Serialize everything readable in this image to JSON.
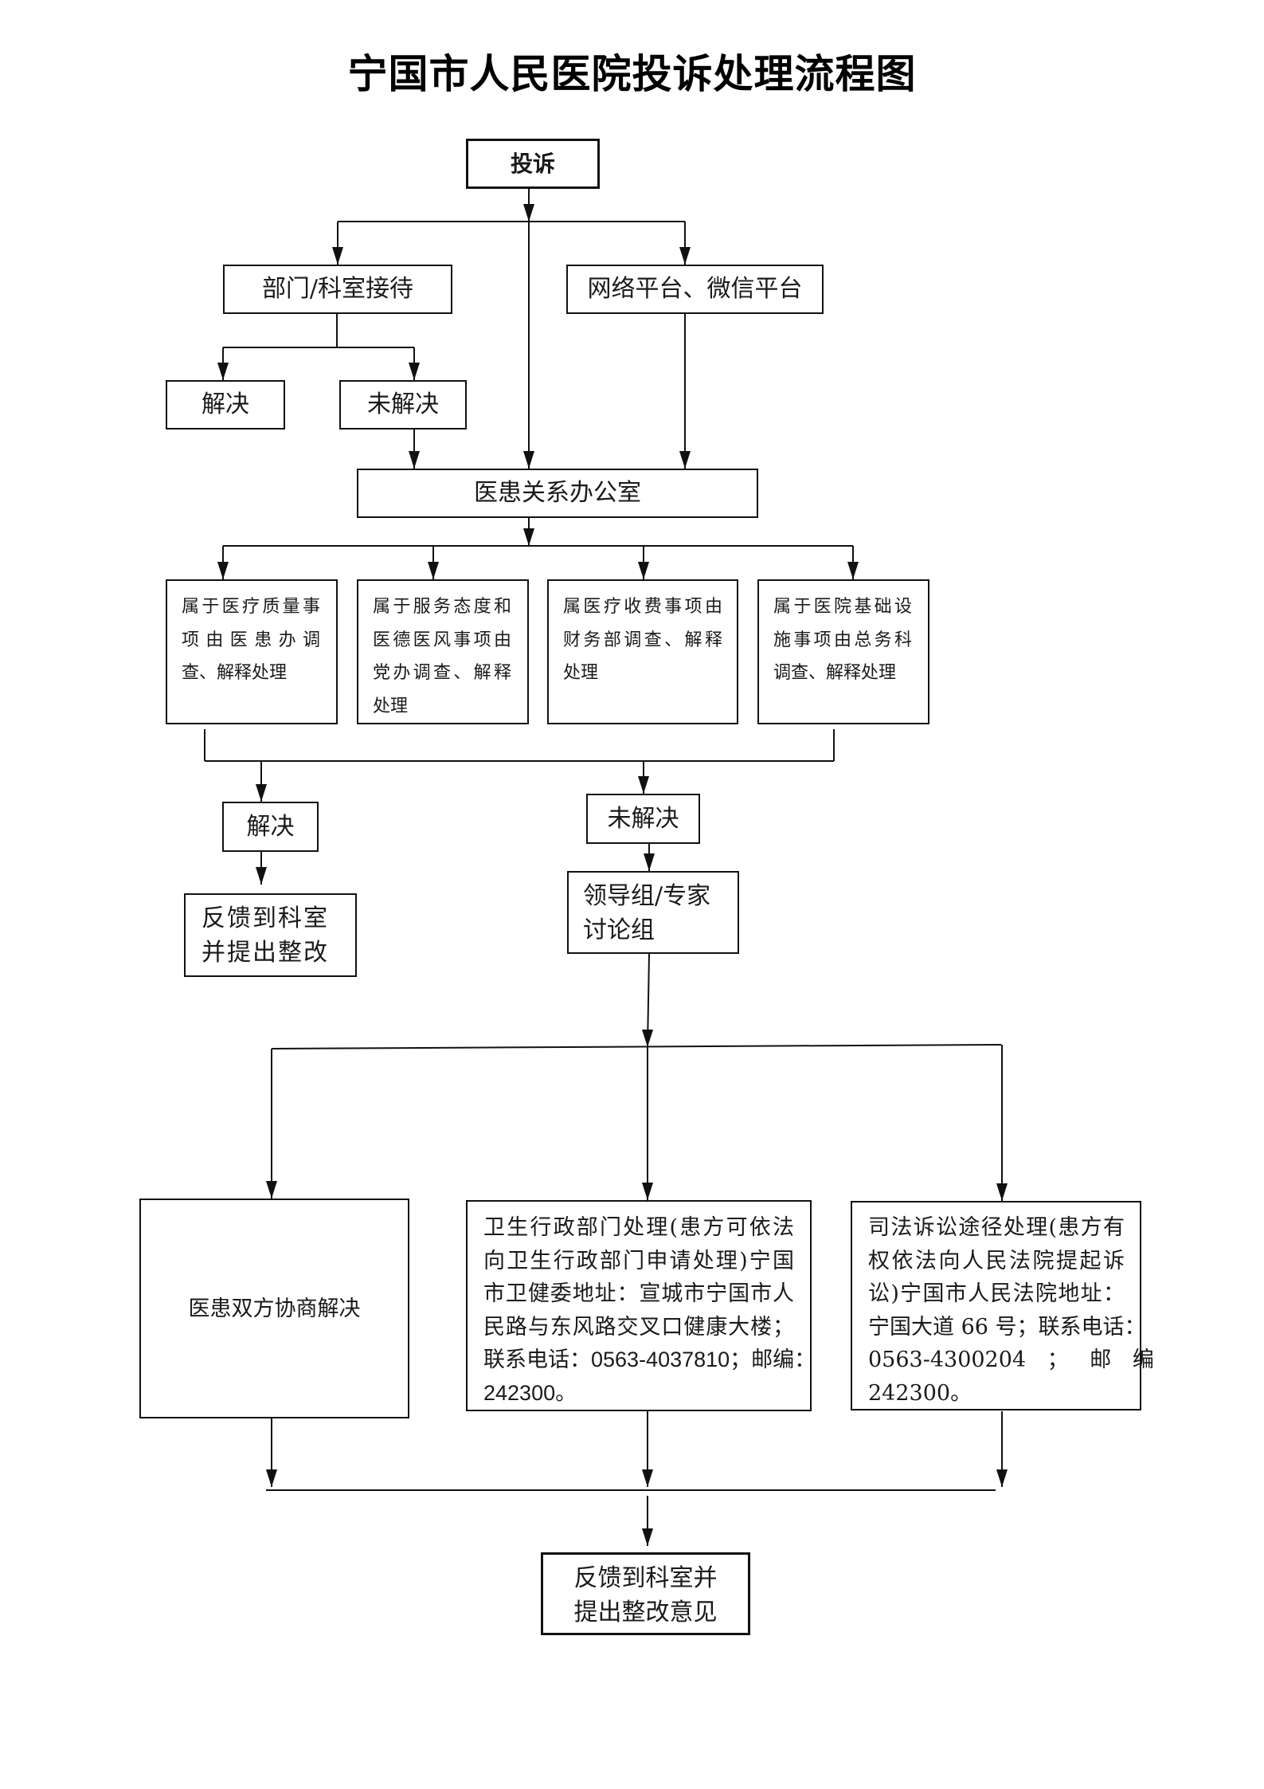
{
  "title": "宁国市人民医院投诉处理流程图",
  "nodes": {
    "complaint": "投诉",
    "dept_reception": "部门/科室接待",
    "online_platform": "网络平台、微信平台",
    "dept_resolved": "解决",
    "dept_unresolved": "未解决",
    "patient_relations_office": "医患关系办公室",
    "category_medical_quality": [
      "属于医疗质量事",
      "项由医患办调",
      "查、解释处理"
    ],
    "category_service_attitude": [
      "属于服务态度和",
      "医德医风事项由",
      "党办调查、解释",
      "处理"
    ],
    "category_billing": [
      "属医疗收费事项由",
      "财务部调查、解释",
      "处理"
    ],
    "category_facilities": [
      "属于医院基础设",
      "施事项由总务科",
      "调查、解释处理"
    ],
    "resolved": "解决",
    "feedback_dept": [
      "反馈到科室",
      "并提出整改"
    ],
    "unresolved": "未解决",
    "expert_group": [
      "领导组/专家",
      "讨论组"
    ],
    "negotiation": "医患双方协商解决",
    "health_admin": [
      "卫生行政部门处理(患方可依法",
      "向卫生行政部门申请处理)宁国",
      "市卫健委地址：宣城市宁国市人",
      "民路与东风路交叉口健康大楼；",
      "联系电话：0563-4037810；邮编：",
      "242300。"
    ],
    "judicial": [
      "司法诉讼途径处理(患方有",
      "权依法向人民法院提起诉",
      "讼)宁国市人民法院地址：",
      "宁国大道 66 号；联系电话：",
      "0563-4300204 ； 邮 编",
      "242300。"
    ],
    "final_feedback": [
      "反馈到科室并",
      "提出整改意见"
    ]
  }
}
